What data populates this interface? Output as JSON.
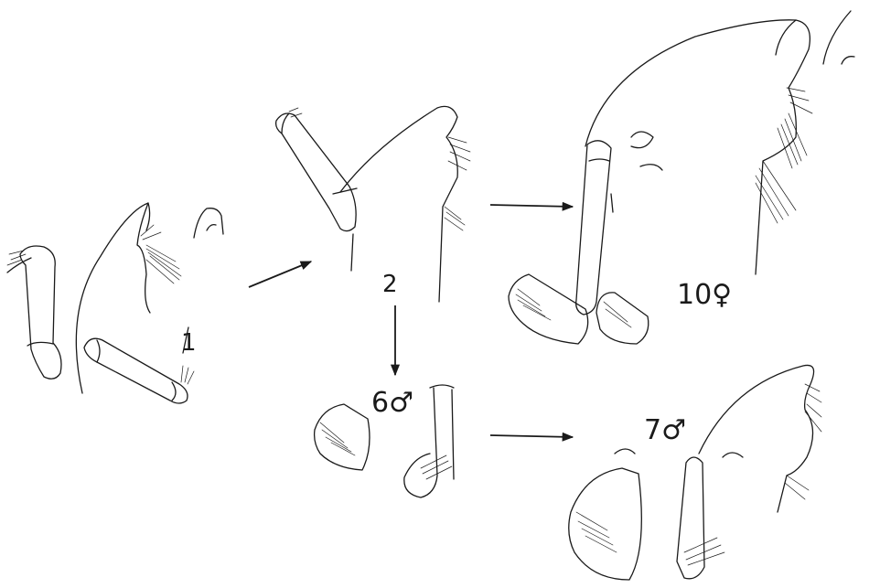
{
  "figure_labels": {
    "stage_1": "1",
    "stage_2": "2",
    "stage_6_male": "6♂",
    "stage_7_male": "7♂",
    "stage_10_female": "10♀"
  }
}
